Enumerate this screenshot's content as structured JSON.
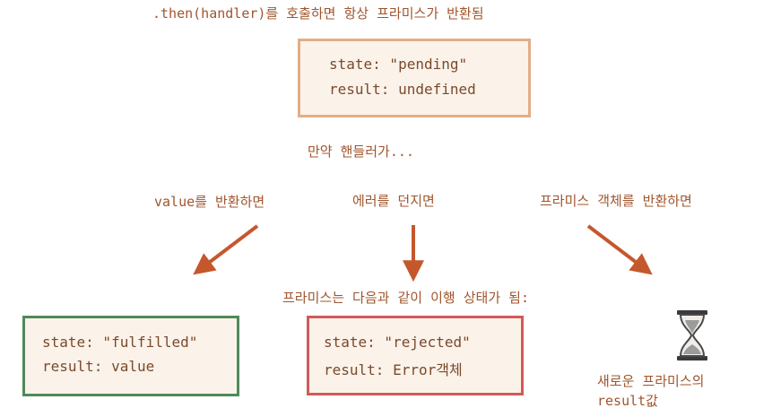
{
  "title": ".then(handler)를 호출하면 항상 프라미스가 반환됨",
  "initial_state": {
    "state_line": "state: \"pending\"",
    "result_line": "result: undefined"
  },
  "question": "만약 핸들러가...",
  "branches": {
    "left_label": "value를 반환하면",
    "middle_label": "에러를 던지면",
    "right_label": "프라미스 객체를 반환하면"
  },
  "outcome_caption": "프라미스는 다음과 같이 이행 상태가 됨:",
  "fulfilled": {
    "state_line": "state: \"fulfilled\"",
    "result_line": "result: value"
  },
  "rejected": {
    "state_line": "state: \"rejected\"",
    "result_line": "result: Error객체"
  },
  "new_promise": {
    "line1": "새로운 프라미스의",
    "line2": "result값"
  },
  "colors": {
    "text": "#a0552e",
    "pending_border": "#e2ad87",
    "fulfilled_border": "#4f8a5a",
    "rejected_border": "#d05a5a",
    "arrow": "#c4582c",
    "box_fill": "#fbf2ea"
  }
}
